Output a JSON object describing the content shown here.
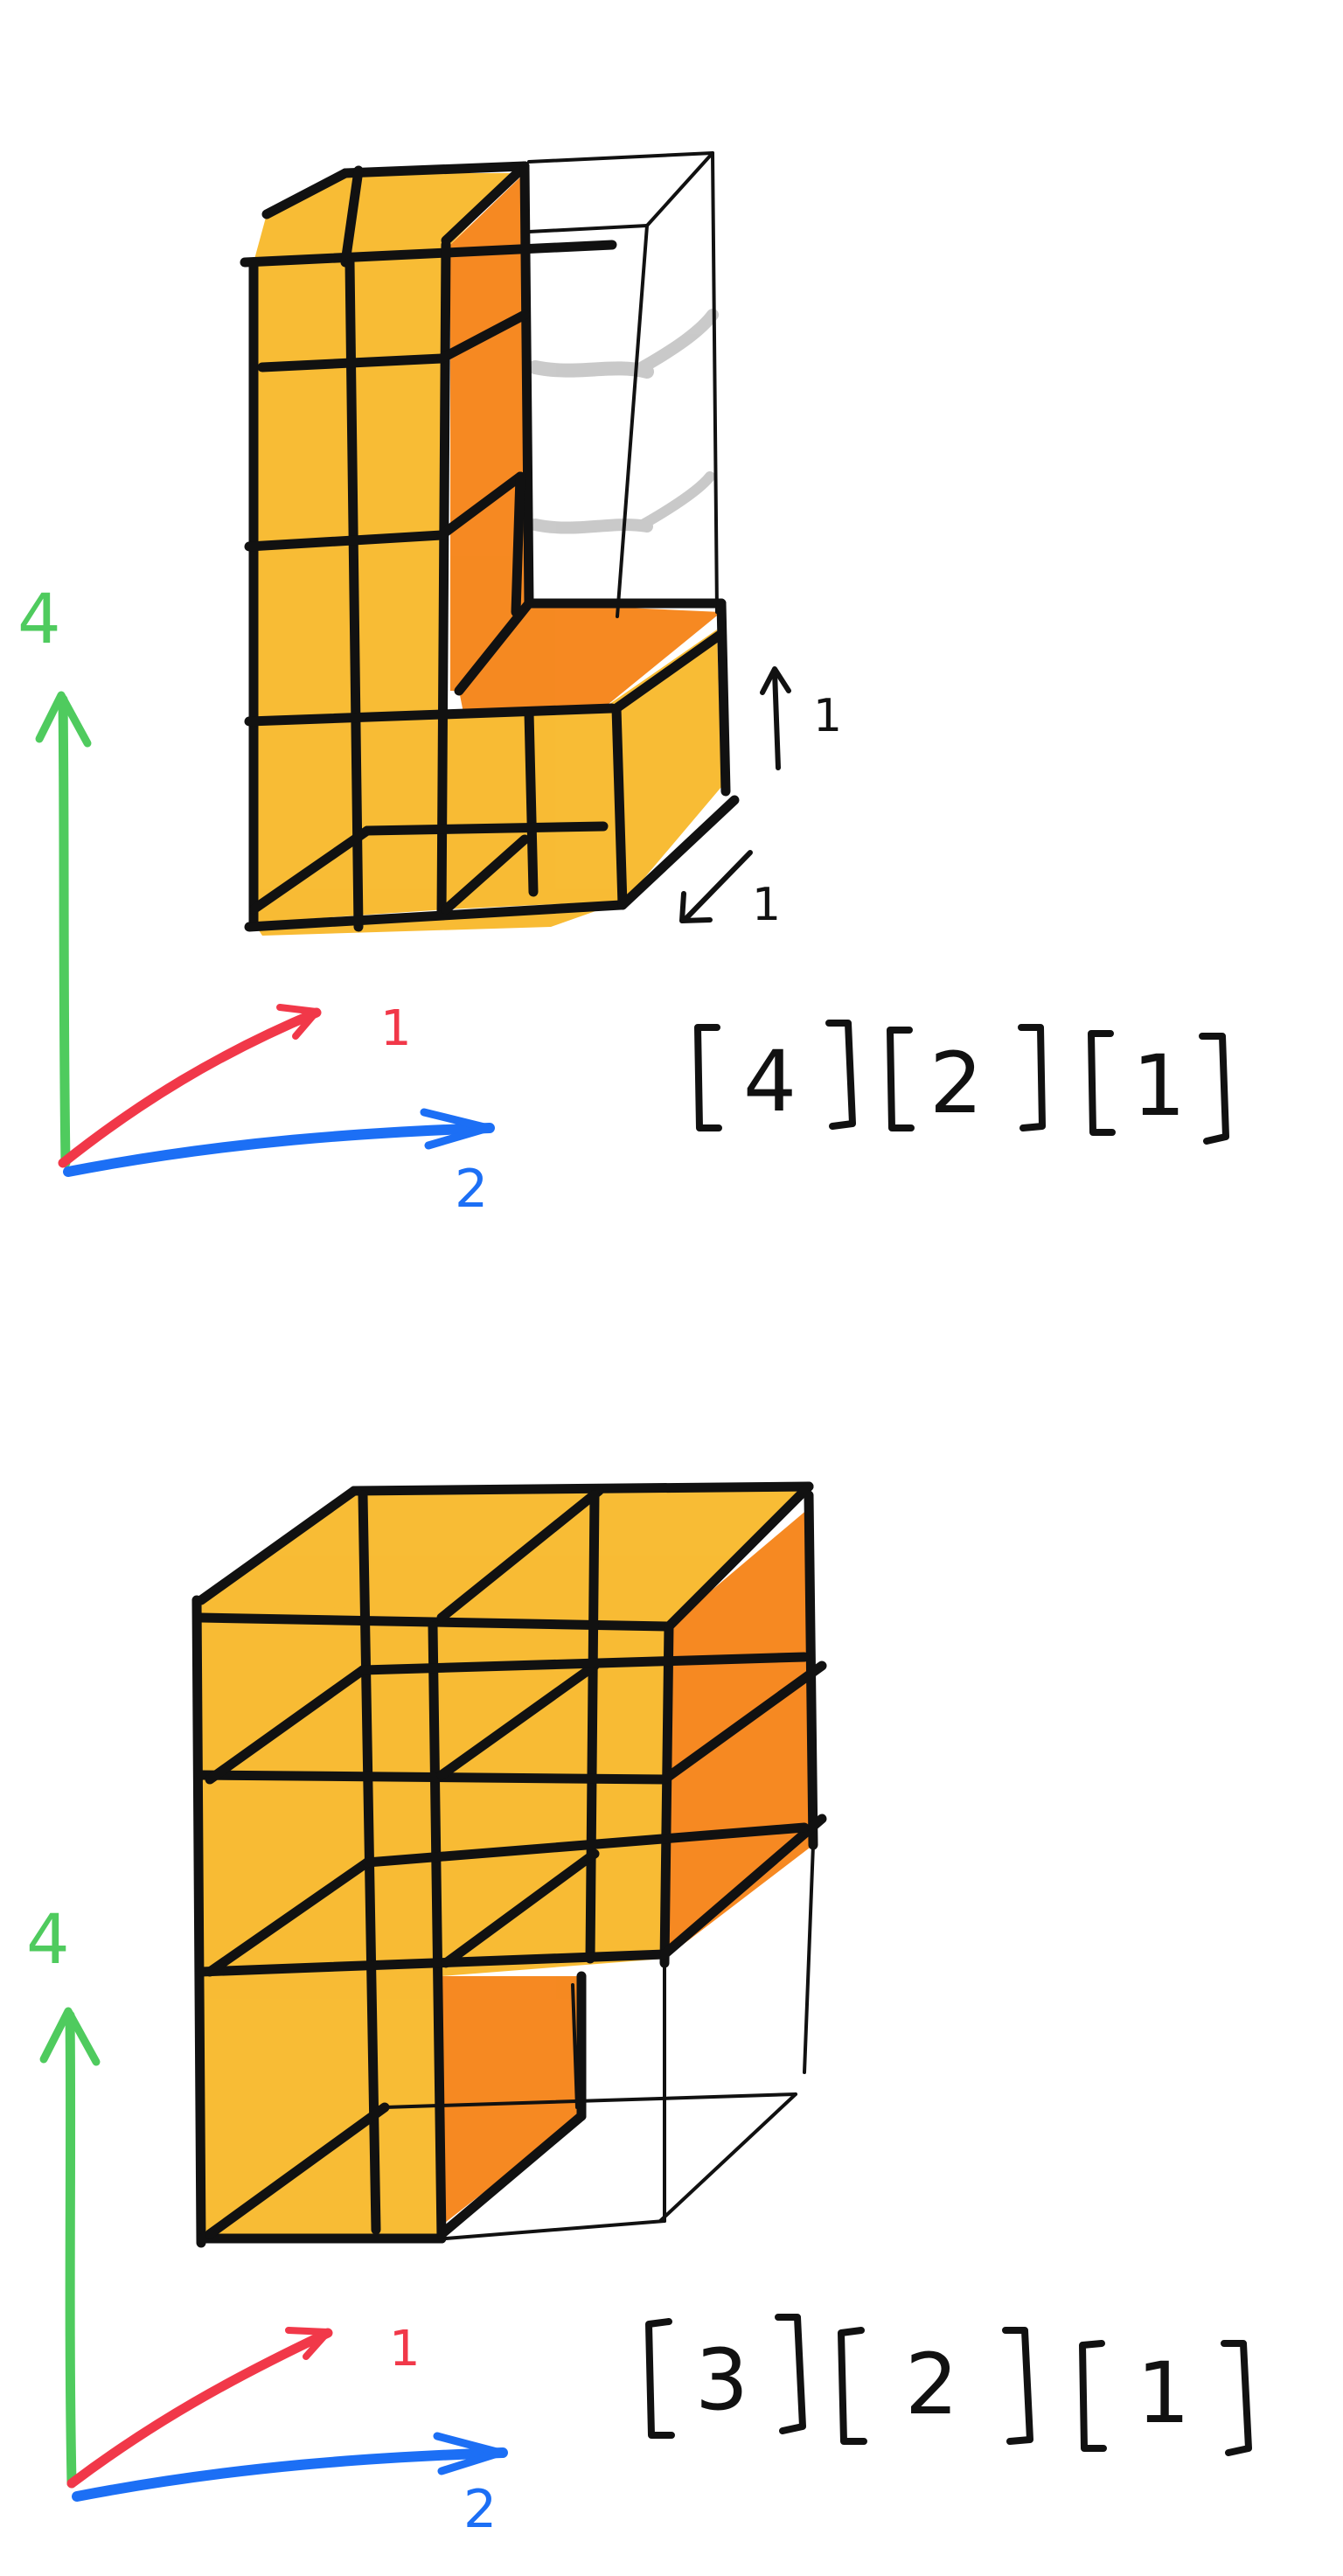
{
  "figures": [
    {
      "dims": [
        "4",
        "2",
        "1"
      ],
      "step_up": "1",
      "step_depth": "1",
      "axes": {
        "vertical": "4",
        "depth": "1",
        "horizontal": "2"
      }
    },
    {
      "dims": [
        "3",
        "2",
        "1"
      ],
      "axes": {
        "vertical": "4",
        "depth": "1",
        "horizontal": "2"
      }
    }
  ],
  "colors": {
    "face_yellow": "#F8B82A",
    "face_orange": "#F57F0F",
    "ink": "#111111",
    "ghost": "#9E9E9E",
    "axis_vertical": "#4FCB5E",
    "axis_depth": "#F13849",
    "axis_horizontal": "#1C6FF5"
  }
}
